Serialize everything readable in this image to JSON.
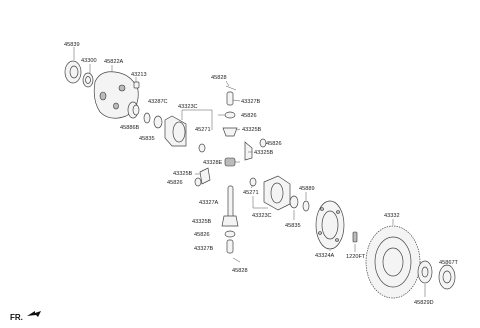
{
  "labels": {
    "l45839": "45839",
    "l43300": "43300",
    "l45822A": "45822A",
    "l43213": "43213",
    "l45828_top": "45828",
    "l43327B_top": "43327B",
    "l43287C": "43287C",
    "l43323C_top": "43323C",
    "l45826_a": "45826",
    "l45271_a": "45271",
    "l43325B_a": "43325B",
    "l45886B": "45886B",
    "l45835_a": "45835",
    "l45826_b": "45826",
    "l43325B_b": "43325B",
    "l43328E": "43328E",
    "l43325B_c": "43325B",
    "l45826_c": "45826",
    "l45271_b": "45271",
    "l45889": "45889",
    "l43327A": "43327A",
    "l43323C_bot": "43323C",
    "l45835_b": "45835",
    "l43325B_d": "43325B",
    "l45826_d": "45826",
    "l43327B_bot": "43327B",
    "l45828_bot": "45828",
    "l43332": "43332",
    "l43324A": "43324A",
    "l1220FT": "1220FT",
    "l45867T": "45867T",
    "l45829D": "45829D",
    "fr": "FR."
  }
}
